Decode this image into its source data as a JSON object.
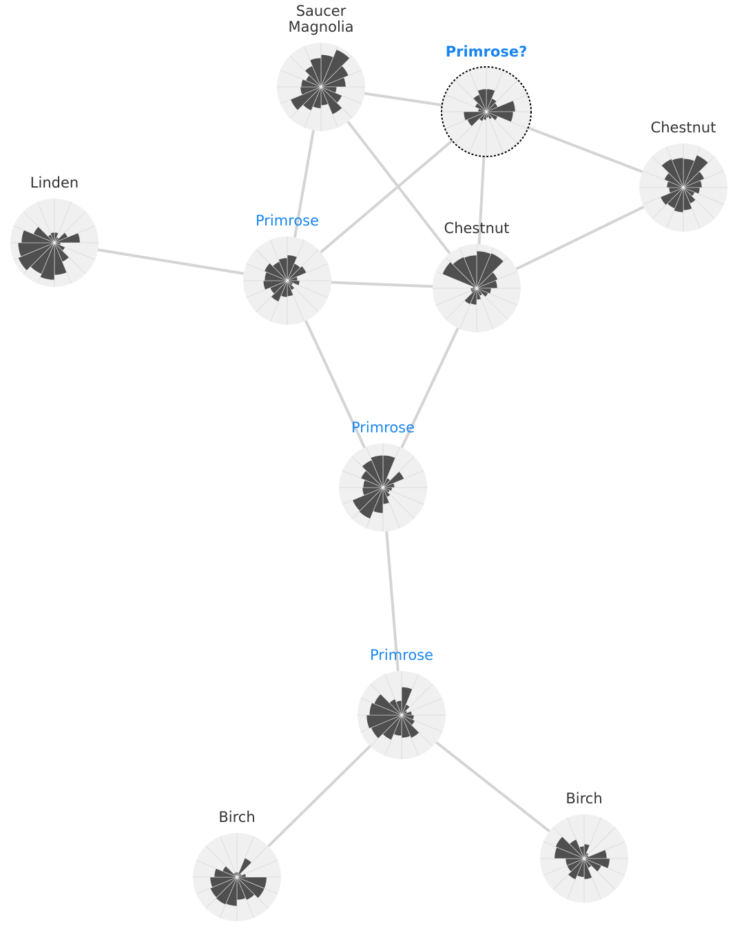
{
  "graph": {
    "nodes": [
      {
        "id": "saucer-magnolia",
        "label": "Saucer\nMagnolia",
        "role": "known",
        "petals": [
          0.78,
          0.98,
          0.72,
          0.6,
          0.38,
          0.55,
          0.72,
          0.45,
          0.52,
          0.62,
          0.8,
          0.5,
          0.48,
          0.4,
          0.55,
          0.7
        ]
      },
      {
        "id": "query",
        "label": "Primrose?",
        "role": "query",
        "petals": [
          0.55,
          0.35,
          0.3,
          0.7,
          0.65,
          0.3,
          0.2,
          0.15,
          0.2,
          0.25,
          0.5,
          0.55,
          0.2,
          0.3,
          0.45,
          0.55
        ]
      },
      {
        "id": "chestnut-right",
        "label": "Chestnut",
        "role": "known",
        "petals": [
          0.7,
          0.85,
          0.55,
          0.45,
          0.4,
          0.3,
          0.42,
          0.55,
          0.6,
          0.55,
          0.6,
          0.35,
          0.4,
          0.5,
          0.75,
          0.72
        ]
      },
      {
        "id": "linden",
        "label": "Linden",
        "role": "known",
        "petals": [
          0.25,
          0.15,
          0.35,
          0.62,
          0.15,
          0.28,
          0.5,
          0.78,
          0.9,
          0.82,
          0.95,
          0.88,
          0.8,
          0.55,
          0.22,
          0.25
        ]
      },
      {
        "id": "primrose-a",
        "label": "Primrose",
        "role": "candidate",
        "petals": [
          0.62,
          0.45,
          0.5,
          0.25,
          0.3,
          0.15,
          0.25,
          0.38,
          0.4,
          0.55,
          0.45,
          0.58,
          0.55,
          0.6,
          0.5,
          0.55
        ]
      },
      {
        "id": "chestnut-center",
        "label": "Chestnut",
        "role": "known",
        "petals": [
          0.9,
          0.92,
          0.55,
          0.5,
          0.35,
          0.3,
          0.2,
          0.28,
          0.4,
          0.42,
          0.15,
          0.15,
          0.1,
          0.9,
          0.82,
          0.8
        ]
      },
      {
        "id": "primrose-b",
        "label": "Primrose",
        "role": "candidate",
        "petals": [
          0.78,
          0.25,
          0.55,
          0.28,
          0.22,
          0.18,
          0.25,
          0.4,
          0.62,
          0.82,
          0.8,
          0.5,
          0.48,
          0.58,
          0.72,
          0.78
        ]
      },
      {
        "id": "primrose-c",
        "label": "Primrose",
        "role": "candidate",
        "petals": [
          0.68,
          0.28,
          0.15,
          0.25,
          0.3,
          0.35,
          0.6,
          0.55,
          0.5,
          0.65,
          0.8,
          0.85,
          0.78,
          0.72,
          0.42,
          0.35
        ]
      },
      {
        "id": "birch-left",
        "label": "Birch",
        "role": "known",
        "petals": [
          0.12,
          0.5,
          0.12,
          0.22,
          0.72,
          0.72,
          0.6,
          0.55,
          0.7,
          0.72,
          0.7,
          0.65,
          0.55,
          0.38,
          0.12,
          0.12
        ]
      },
      {
        "id": "birch-right",
        "label": "Birch",
        "role": "known",
        "petals": [
          0.35,
          0.15,
          0.12,
          0.55,
          0.62,
          0.45,
          0.25,
          0.5,
          0.45,
          0.55,
          0.45,
          0.45,
          0.72,
          0.75,
          0.5,
          0.3
        ]
      }
    ],
    "edges": [
      [
        "saucer-magnolia",
        "query"
      ],
      [
        "saucer-magnolia",
        "primrose-a"
      ],
      [
        "saucer-magnolia",
        "chestnut-center"
      ],
      [
        "query",
        "chestnut-right"
      ],
      [
        "query",
        "primrose-a"
      ],
      [
        "query",
        "chestnut-center"
      ],
      [
        "chestnut-right",
        "chestnut-center"
      ],
      [
        "linden",
        "primrose-a"
      ],
      [
        "primrose-a",
        "chestnut-center"
      ],
      [
        "primrose-a",
        "primrose-b"
      ],
      [
        "chestnut-center",
        "primrose-b"
      ],
      [
        "primrose-b",
        "primrose-c"
      ],
      [
        "primrose-c",
        "birch-left"
      ],
      [
        "primrose-c",
        "birch-right"
      ]
    ]
  }
}
